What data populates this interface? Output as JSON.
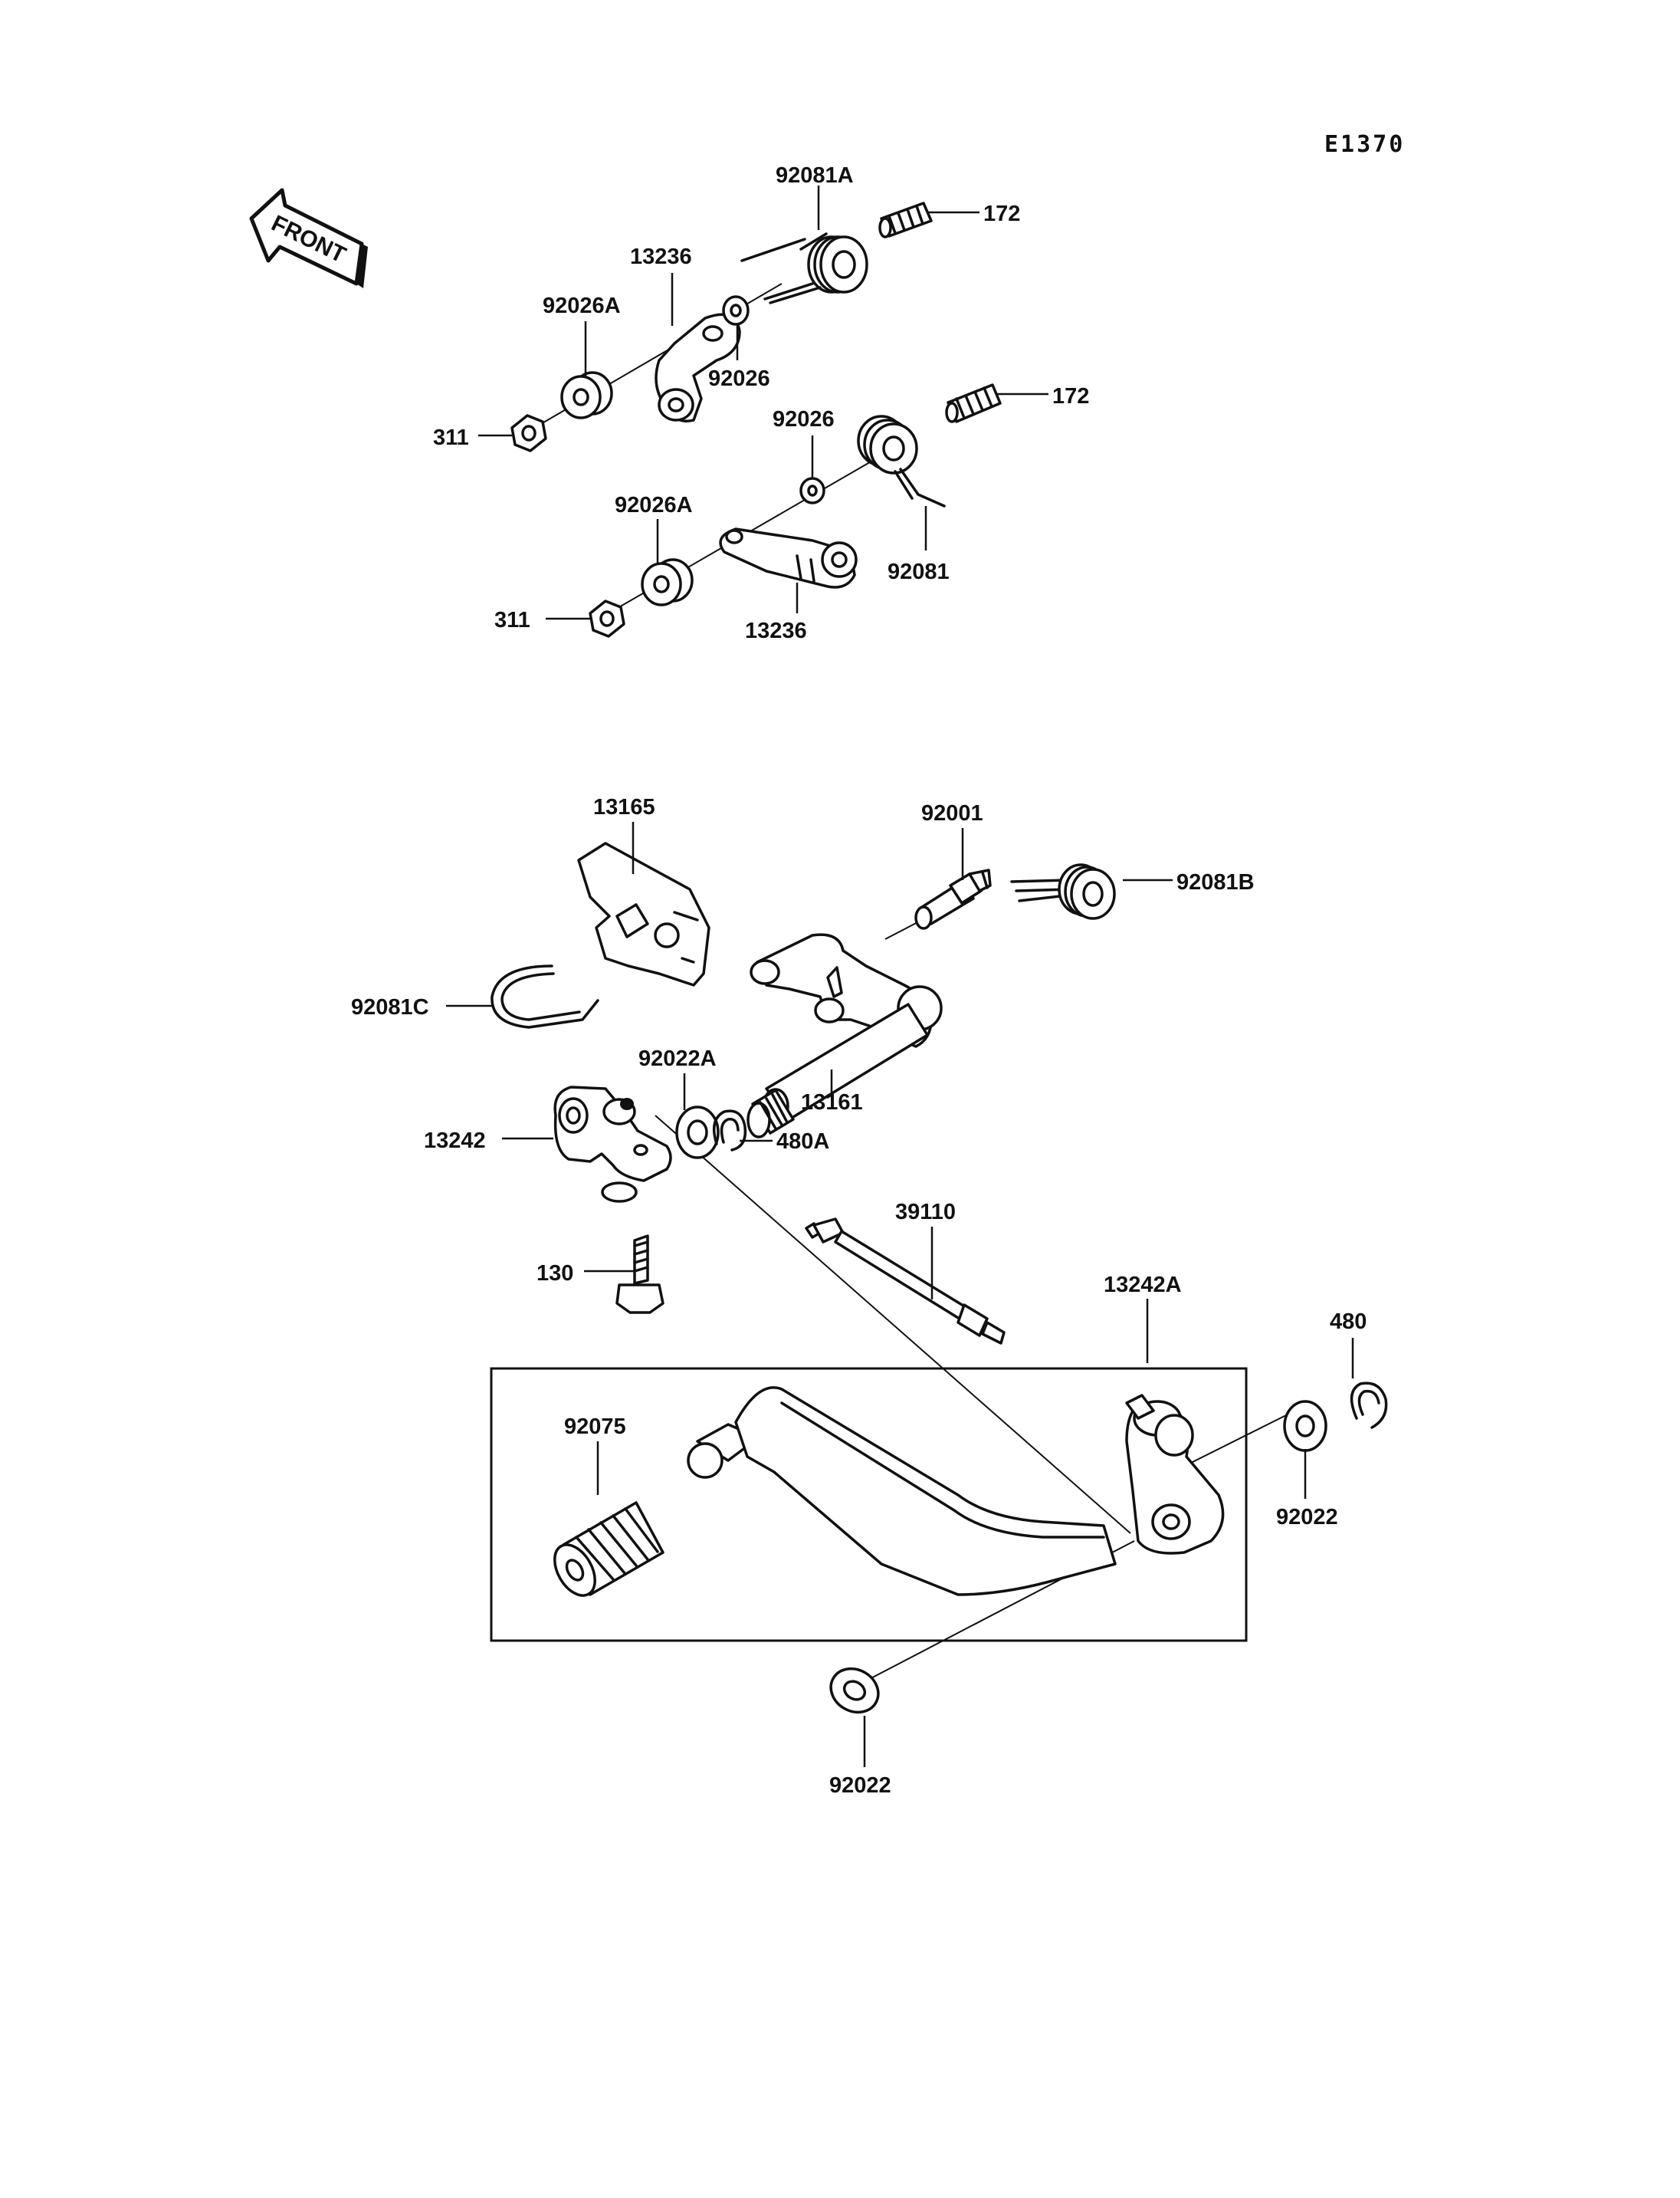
{
  "diagram_code": "E1370",
  "front_arrow": {
    "text": "FRONT",
    "icon": "front-direction-arrow-icon"
  },
  "labels": {
    "p92081A": "92081A",
    "p172_top": "172",
    "p13236_top": "13236",
    "p92026A_top": "92026A",
    "p92026_top": "92026",
    "p311_top": "311",
    "p92026_mid": "92026",
    "p172_mid": "172",
    "p92026A_mid": "92026A",
    "p92081": "92081",
    "p311_mid": "311",
    "p13236_mid": "13236",
    "p13165": "13165",
    "p92001": "92001",
    "p92081B": "92081B",
    "p92081C": "92081C",
    "p92022A": "92022A",
    "p13161": "13161",
    "p13242": "13242",
    "p480A": "480A",
    "p39110": "39110",
    "p130": "130",
    "p13242A": "13242A",
    "p480": "480",
    "p92075": "92075",
    "p92022_right": "92022",
    "p92022_bottom": "92022"
  }
}
